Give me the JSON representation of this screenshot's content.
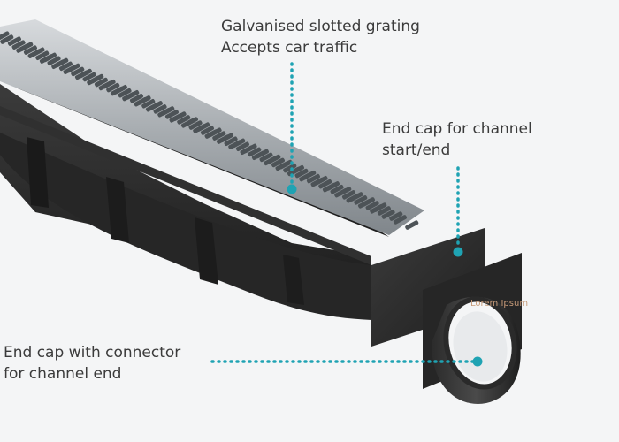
{
  "callouts": {
    "grating": {
      "line1": "Galvanised slotted grating",
      "line2": "Accepts car traffic"
    },
    "end_cap": {
      "line1": "End cap for channel",
      "line2": "start/end"
    },
    "connector": {
      "line1": "End cap with connector",
      "line2": "for channel end"
    }
  },
  "watermark": "Lorem Ipsum",
  "colors": {
    "callout_dots": "#1fa3b3",
    "text": "#3b3b3b",
    "plastic": "#2a2a2a",
    "steel": "#aeb3b7"
  }
}
